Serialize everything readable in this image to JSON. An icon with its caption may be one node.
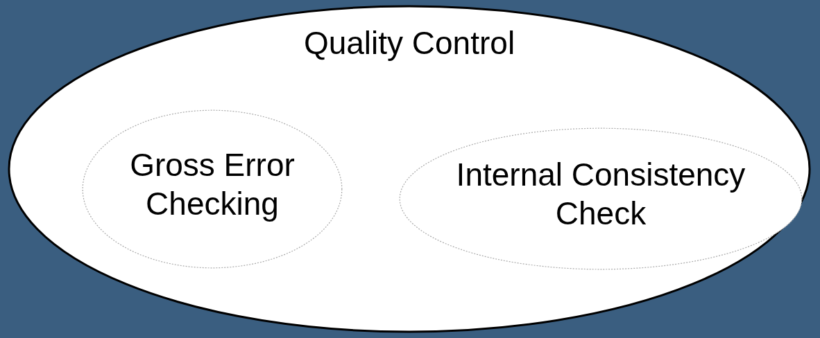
{
  "diagram": {
    "nodes": [
      {
        "text": [
          "Quality Control"
        ]
      },
      {
        "text": [
          "Gross Error Checking"
        ],
        "in": 0
      },
      {
        "text": [
          "Internal Consistency Check"
        ],
        "in": 0
      }
    ]
  }
}
